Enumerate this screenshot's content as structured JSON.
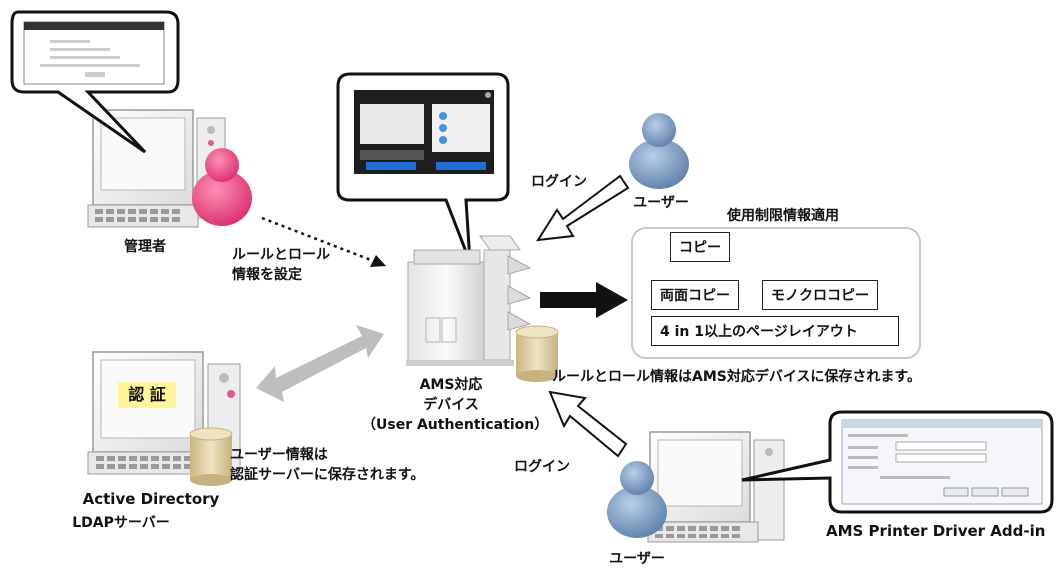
{
  "labels": {
    "admin": "管理者",
    "rules_setting_line1": "ルールとロール",
    "rules_setting_line2": "情報を設定",
    "login_top": "ログイン",
    "login_bottom": "ログイン",
    "user_top": "ユーザー",
    "user_bottom": "ユーザー",
    "usage_restriction": "使用制限情報適用",
    "device_line1": "AMS対応",
    "device_line2": "デバイス",
    "device_line3": "（User Authentication）",
    "device_storage": "ルールとロール情報はAMS対応デバイスに保存されます。",
    "auth_badge": "認 証",
    "user_info_line1": "ユーザー情報は",
    "user_info_line2": "認証サーバーに保存されます。",
    "ad_title": "Active Directory",
    "ldap_server": "LDAPサーバー",
    "driver_addin": "AMS Printer Driver Add-in"
  },
  "restrictions": {
    "copy": "コピー",
    "duplex_copy": "両面コピー",
    "mono_copy": "モノクロコピー",
    "layout": "4 in 1以上のページレイアウト"
  },
  "colors": {
    "admin_person": "#e0407a",
    "user_person": "#7f9fc4",
    "database": "#d8c79a",
    "auth_badge_bg": "#fff59a",
    "arrow_gray": "#bdbdbd"
  }
}
